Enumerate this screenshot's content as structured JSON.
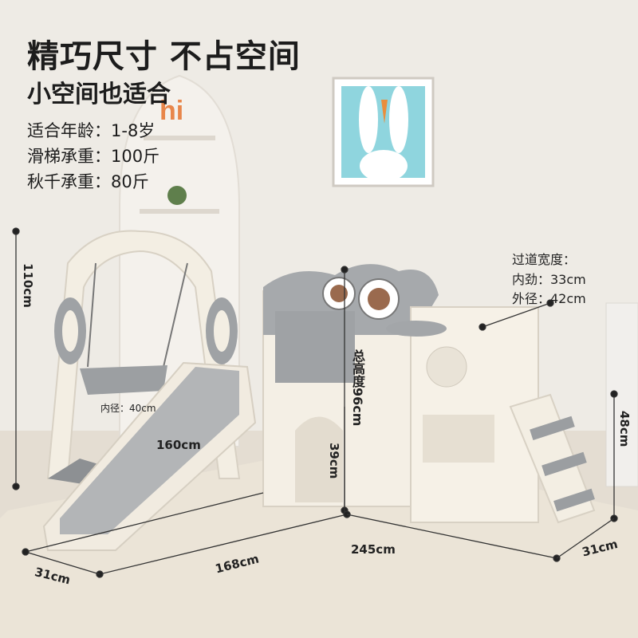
{
  "headline": {
    "title": "精巧尺寸 不占空间",
    "subtitle": "小空间也适合"
  },
  "specs": [
    {
      "label": "适合年龄：",
      "value": "1-8岁"
    },
    {
      "label": "滑梯承重：",
      "value": "100斤"
    },
    {
      "label": "秋千承重：",
      "value": "80斤"
    }
  ],
  "passage": {
    "title": "过道宽度：",
    "inner": "内劲：33cm",
    "outer": "外径：42cm"
  },
  "dimensions": {
    "swing_height": "110cm",
    "total_height": "总高度96cm",
    "arch_height": "39cm",
    "step_height": "48cm",
    "slide_length": "160cm",
    "swing_inner": "内径：40cm",
    "base_length": "168cm",
    "total_length": "245cm",
    "depth_left": "31cm",
    "depth_right": "31cm"
  },
  "poster": {
    "logo_text": "hi"
  },
  "colors": {
    "wall": "#eeeae3",
    "rug": "#e9e1d3",
    "cream": "#f3ede1",
    "grey": "#9b9ea1",
    "dark_grey": "#6f7275",
    "eye_brown": "#9a6a4e"
  }
}
